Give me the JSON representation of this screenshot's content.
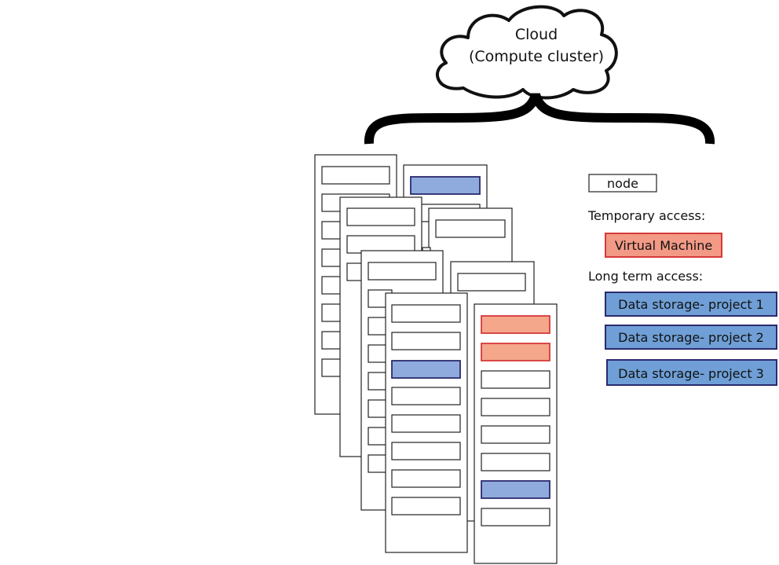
{
  "cloud": {
    "title_line1": "Cloud",
    "title_line2": "(Compute cluster)"
  },
  "legend": {
    "node_label": "node",
    "temporary_heading": "Temporary access:",
    "virtual_machine_label": "Virtual Machine",
    "long_term_heading": "Long term access:",
    "storage_labels": [
      "Data storage- project 1",
      "Data storage- project 2",
      "Data storage- project 3"
    ]
  },
  "colors": {
    "vm_fill": "#f4a78a",
    "vm_border": "#d63a3a",
    "storage_fill": "#8faadc",
    "storage_border": "#2b2a6e",
    "legend_storage_fill": "#6f9fd6",
    "legend_vm_fill": "#f29a86",
    "outline": "#222222"
  },
  "rack_slots": {
    "back_right_1": [
      "storage",
      "node",
      "node",
      "node"
    ],
    "back_right_2": [
      "node",
      "node",
      "node",
      "node"
    ],
    "back_right_3": [
      "node",
      "node",
      "node",
      "node",
      "node",
      "node",
      "node",
      "node",
      "node"
    ],
    "front_left": [
      "node",
      "node",
      "storage",
      "node",
      "node",
      "node",
      "node",
      "node"
    ],
    "front_right": [
      "vm",
      "vm",
      "node",
      "node",
      "node",
      "node",
      "storage",
      "node"
    ]
  }
}
